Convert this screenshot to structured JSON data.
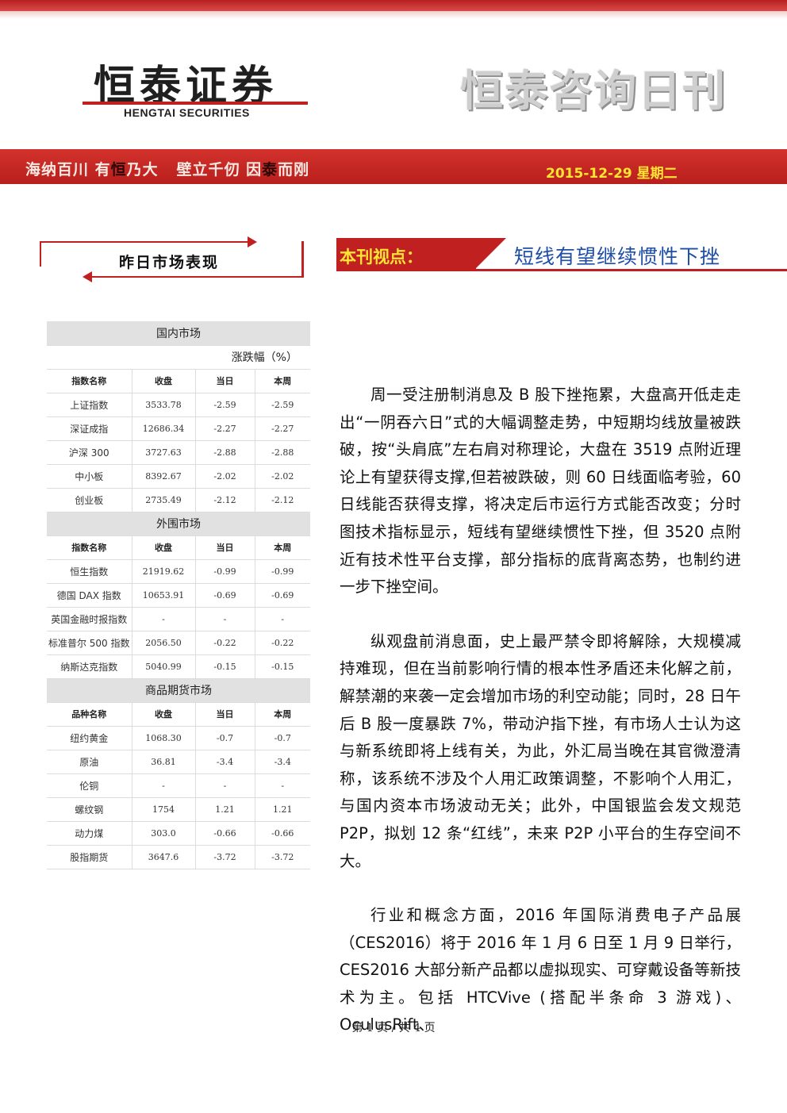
{
  "header": {
    "logo_main": "恒泰证券",
    "logo_sub": "HENGTAI SECURITIES",
    "daily_title": "恒泰咨询日刊",
    "slogan_parts": [
      "海纳百川 有",
      "恒",
      "乃大   壁立千仞 因",
      "泰",
      "而刚"
    ],
    "date": "2015-12-29  星期二"
  },
  "colors": {
    "brand_red": "#c0201f",
    "date_yellow": "#ffe433",
    "headline_blue": "#1e4ea8"
  },
  "left_section": {
    "title": "昨日市场表现"
  },
  "right_section": {
    "label": "本刊视点：",
    "headline": "短线有望继续惯性下挫"
  },
  "market": {
    "unit": "涨跌幅（%）",
    "domestic": {
      "title": "国内市场",
      "headers": [
        "指数名称",
        "收盘",
        "当日",
        "本周"
      ],
      "rows": [
        [
          "上证指数",
          "3533.78",
          "-2.59",
          "-2.59"
        ],
        [
          "深证成指",
          "12686.34",
          "-2.27",
          "-2.27"
        ],
        [
          "沪深 300",
          "3727.63",
          "-2.88",
          "-2.88"
        ],
        [
          "中小板",
          "8392.67",
          "-2.02",
          "-2.02"
        ],
        [
          "创业板",
          "2735.49",
          "-2.12",
          "-2.12"
        ]
      ]
    },
    "foreign": {
      "title": "外围市场",
      "headers": [
        "指数名称",
        "收盘",
        "当日",
        "本周"
      ],
      "rows": [
        [
          "恒生指数",
          "21919.62",
          "-0.99",
          "-0.99"
        ],
        [
          "德国 DAX 指数",
          "10653.91",
          "-0.69",
          "-0.69"
        ],
        [
          "英国金融时报指数",
          "-",
          "-",
          "-"
        ],
        [
          "标准普尔 500 指数",
          "2056.50",
          "-0.22",
          "-0.22"
        ],
        [
          "纳斯达克指数",
          "5040.99",
          "-0.15",
          "-0.15"
        ]
      ]
    },
    "commodity": {
      "title": "商品期货市场",
      "headers": [
        "品种名称",
        "收盘",
        "当日",
        "本周"
      ],
      "rows": [
        [
          "纽约黄金",
          "1068.30",
          "-0.7",
          "-0.7"
        ],
        [
          "原油",
          "36.81",
          "-3.4",
          "-3.4"
        ],
        [
          "伦铜",
          "-",
          "-",
          "-"
        ],
        [
          "螺纹钢",
          "1754",
          "1.21",
          "1.21"
        ],
        [
          "动力煤",
          "303.0",
          "-0.66",
          "-0.66"
        ],
        [
          "股指期货",
          "3647.6",
          "-3.72",
          "-3.72"
        ]
      ]
    }
  },
  "article": {
    "paragraphs": [
      "周一受注册制消息及 B 股下挫拖累，大盘高开低走走出“一阴吞六日”式的大幅调整走势，中短期均线放量被跌破，按“头肩底”左右肩对称理论，大盘在 3519 点附近理论上有望获得支撑,但若被跌破，则 60 日线面临考验，60 日线能否获得支撑，将决定后市运行方式能否改变；分时图技术指标显示，短线有望继续惯性下挫，但 3520 点附近有技术性平台支撑，部分指标的底背离态势，也制约进一步下挫空间。",
      "纵观盘前消息面，史上最严禁令即将解除，大规模减持难现，但在当前影响行情的根本性矛盾还未化解之前，解禁潮的来袭一定会增加市场的利空动能；同时，28 日午后 B 股一度暴跌 7%，带动沪指下挫，有市场人士认为这与新系统即将上线有关，为此，外汇局当晚在其官微澄清称，该系统不涉及个人用汇政策调整，不影响个人用汇，与国内资本市场波动无关；此外，中国银监会发文规范 P2P，拟划 12 条“红线”，未来 P2P 小平台的生存空间不大。",
      "行业和概念方面，2016 年国际消费电子产品展（CES2016）将于 2016 年 1 月 6 日至 1 月 9 日举行，CES2016 大部分新产品都以虚拟现实、可穿戴设备等新技术为主。包括 HTCVive (搭配半条命 3 游戏)、OculusRift、"
    ]
  },
  "footer": {
    "page_info": "第 1 页  /  共 4 页"
  }
}
